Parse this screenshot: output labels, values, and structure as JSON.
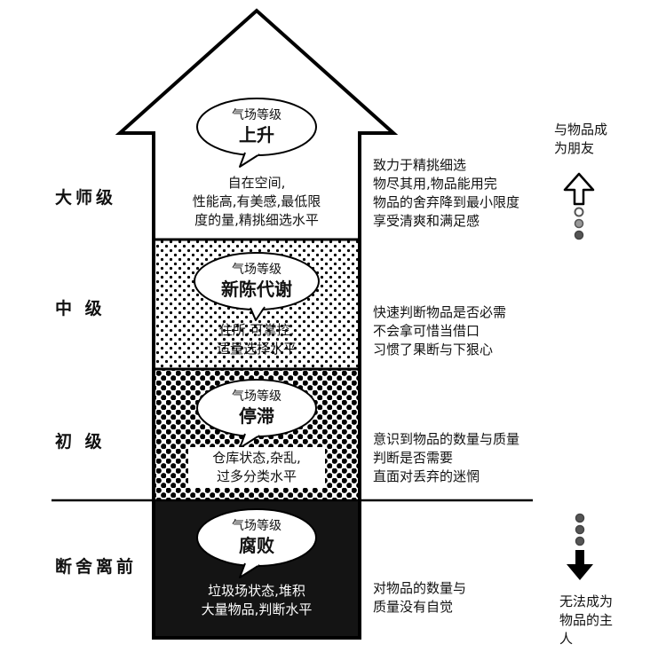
{
  "levels": [
    {
      "name": "大师级",
      "bubble_small": "气场等级",
      "bubble_big": "上升",
      "status_lines": [
        "自在空间,",
        "性能高,有美感,最低限",
        "度的量,精挑细选水平"
      ],
      "desc_lines": [
        "致力于精挑细选",
        "物尽其用,物品能用完",
        "物品的舍弃降到最小限度",
        "享受清爽和满足感"
      ]
    },
    {
      "name": "中 级",
      "bubble_small": "气场等级",
      "bubble_big": "新陈代谢",
      "status_lines": [
        "住所,可掌控,",
        "适量选择水平"
      ],
      "desc_lines": [
        "快速判断物品是否必需",
        "不会拿可惜当借口",
        "习惯了果断与下狠心"
      ]
    },
    {
      "name": "初 级",
      "bubble_small": "气场等级",
      "bubble_big": "停滞",
      "status_lines": [
        "仓库状态,杂乱,",
        "过多分类水平"
      ],
      "desc_lines": [
        "意识到物品的数量与质量",
        "判断是否需要",
        "直面对丢弃的迷惘"
      ]
    },
    {
      "name": "断舍离前",
      "bubble_small": "气场等级",
      "bubble_big": "腐败",
      "status_lines": [
        "垃圾场状态,堆积",
        "大量物品,判断水平"
      ],
      "desc_lines": [
        "对物品的数量与",
        "质量没有自觉"
      ]
    }
  ],
  "side": {
    "top_lines": [
      "与物品成",
      "为朋友"
    ],
    "bottom_lines": [
      "无法成为",
      "物品的主",
      "人"
    ],
    "up_icon": "hollow-up-arrow-icon",
    "down_icon": "solid-down-arrow-icon"
  }
}
